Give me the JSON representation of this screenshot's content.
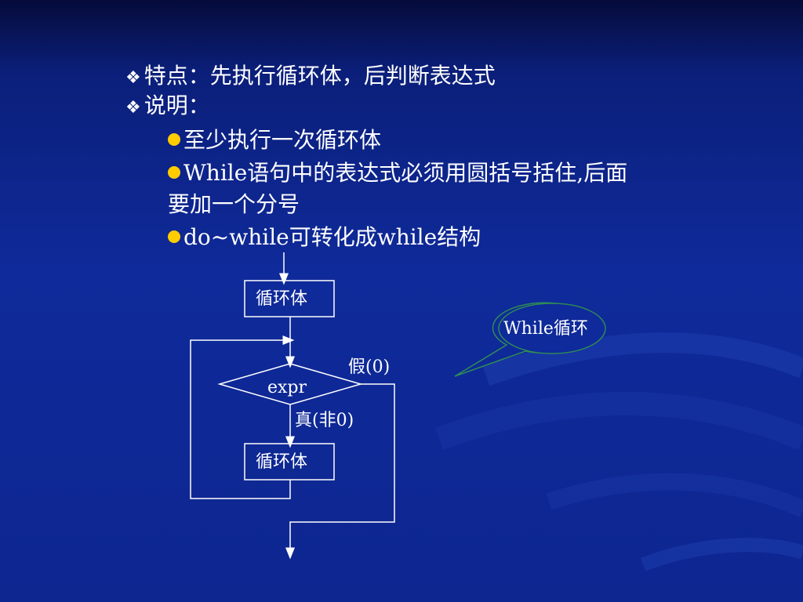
{
  "slide": {
    "bullets": [
      {
        "marker": "diamond-icon",
        "text": "特点：先执行循环体，后判断表达式"
      },
      {
        "marker": "diamond-icon",
        "text": "说明："
      }
    ],
    "sub_bullets": [
      {
        "marker": "dot-icon",
        "text": "至少执行一次循环体"
      },
      {
        "marker": "dot-icon",
        "text": "While语句中的表达式必须用圆括号括住,后面"
      },
      {
        "marker": "none",
        "text": "要加一个分号"
      },
      {
        "marker": "dot-icon",
        "text": "do~while可转化成while结构"
      }
    ]
  },
  "flowchart": {
    "box_top": "循环体",
    "condition": "expr",
    "false_label": "假(0)",
    "true_label": "真(非0)",
    "box_bottom": "循环体"
  },
  "callout": {
    "text": "While循环"
  },
  "colors": {
    "background_top": "#050b3a",
    "background_main": "#0f2a9a",
    "bullet_dot": "#ffcc00",
    "callout_border": "#2e8b57",
    "text": "#ffffff"
  }
}
